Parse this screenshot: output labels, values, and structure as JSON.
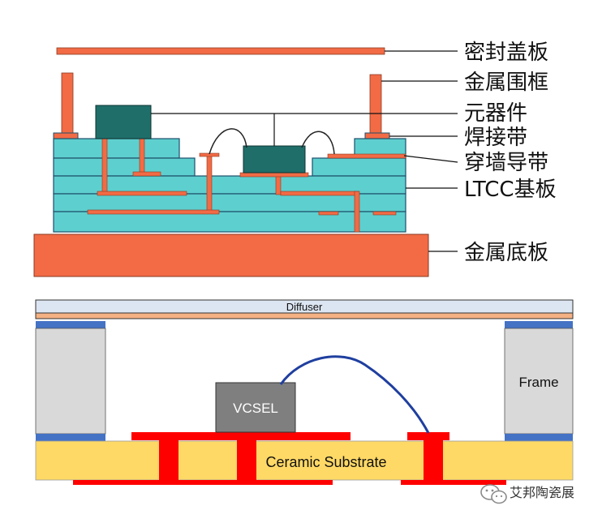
{
  "top_diagram": {
    "labels": {
      "seal_lid": "密封盖板",
      "metal_frame": "金属围框",
      "component": "元器件",
      "solder_strip": "焊接带",
      "feedthrough": "穿墙导带",
      "ltcc_substrate": "LTCC基板",
      "metal_base": "金属底板"
    }
  },
  "bottom_diagram": {
    "labels": {
      "diffuser": "Diffuser",
      "frame": "Frame",
      "vcsel": "VCSEL",
      "ceramic_substrate": "Ceramic Substrate"
    }
  },
  "watermark": {
    "text": "艾邦陶瓷展"
  },
  "colors": {
    "orange": "#F26B45",
    "teal_layer": "#5ECFCF",
    "teal_dark": "#1F6E6A",
    "diffuser_blue": "#DCE6F2",
    "diffuser_peach": "#F4B183",
    "frame_gray": "#D9D9D9",
    "frame_blue": "#4472C4",
    "vcsel_gray": "#7F7F7F",
    "substrate_yellow": "#FFD966",
    "trace_red": "#FF0000",
    "wire_blue": "#1F3F9F"
  }
}
